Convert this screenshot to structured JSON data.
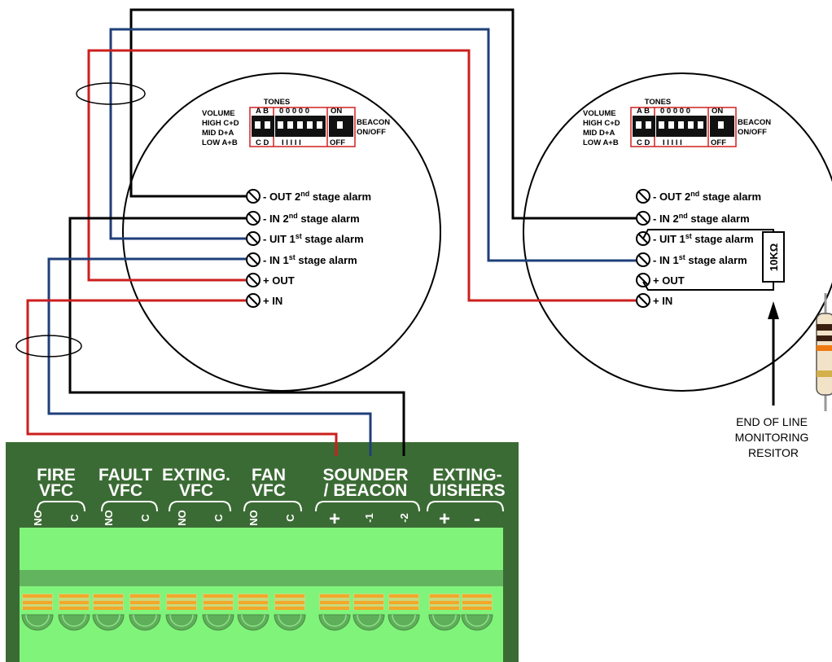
{
  "detector_terminals": [
    {
      "prefix": "- OUT 2",
      "sup": "nd",
      "suffix": " stage alarm"
    },
    {
      "prefix": "- IN 2",
      "sup": "nd",
      "suffix": " stage alarm"
    },
    {
      "prefix": "- UIT 1",
      "sup": "st",
      "suffix": " stage alarm"
    },
    {
      "prefix": "- IN 1",
      "sup": "st",
      "suffix": " stage alarm"
    },
    {
      "prefix": "+ OUT",
      "sup": "",
      "suffix": ""
    },
    {
      "prefix": "+ IN",
      "sup": "",
      "suffix": ""
    }
  ],
  "dip": {
    "tones": "TONES",
    "volume": "VOLUME",
    "high": "HIGH  C+D",
    "mid": "MID   D+A",
    "low": "LOW  A+B",
    "top_ab": "A  B",
    "top_zeros": "0 0 0 0 0",
    "on": "ON",
    "bottom_cd": "C  D",
    "bottom_ones": "I  I  I  I  I",
    "off": "OFF",
    "beacon": "BEACON",
    "onoff": "ON/OFF"
  },
  "resistor_label": "10KΩ",
  "eol_note": [
    "END OF LINE",
    "MONITORING",
    "RESITOR"
  ],
  "board": {
    "groups": [
      {
        "line1": "FIRE",
        "line2": "VFC",
        "terminals": [
          "NO",
          "C"
        ]
      },
      {
        "line1": "FAULT",
        "line2": "VFC",
        "terminals": [
          "NO",
          "C"
        ]
      },
      {
        "line1": "EXTING.",
        "line2": "VFC",
        "terminals": [
          "NO",
          "C"
        ]
      },
      {
        "line1": "FAN",
        "line2": "VFC",
        "terminals": [
          "NO",
          "C"
        ]
      },
      {
        "line1": "SOUNDER",
        "line2": "/ BEACON",
        "terminals": [
          "+",
          "-1",
          "-2"
        ]
      },
      {
        "line1": "EXTING-",
        "line2": "UISHERS",
        "terminals": [
          "+",
          "-"
        ]
      }
    ]
  },
  "colors": {
    "wire_black": "#000000",
    "wire_blue": "#1f3f7a",
    "wire_red": "#cc1f1f",
    "board_green": "#3b6b34",
    "terminal_green": "#80f47a",
    "terminal_dark": "#5fae5a",
    "contact_orange": "#f2a82a",
    "dip_outline": "#d02020"
  }
}
